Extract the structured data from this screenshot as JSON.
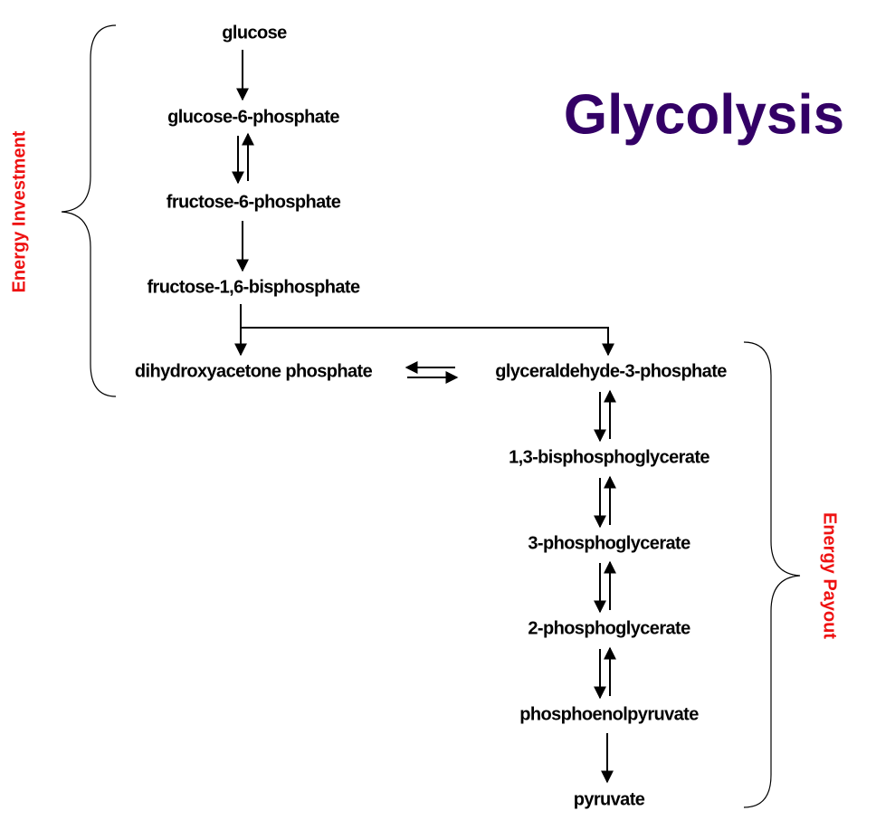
{
  "title": "Glycolysis",
  "metabolites": {
    "glucose": "glucose",
    "g6p": "glucose-6-phosphate",
    "f6p": "fructose-6-phosphate",
    "f16bp": "fructose-1,6-bisphosphate",
    "dhap": "dihydroxyacetone phosphate",
    "g3p": "glyceraldehyde-3-phosphate",
    "bpg13": "1,3-bisphosphoglycerate",
    "pg3": "3-phosphoglycerate",
    "pg2": "2-phosphoglycerate",
    "pep": "phosphoenolpyruvate",
    "pyruvate": "pyruvate"
  },
  "phases": {
    "investment": "Energy Investment",
    "payout": "Energy Payout"
  },
  "colors": {
    "title": "#330066",
    "phase_label": "#ee1111",
    "text": "#000000"
  }
}
